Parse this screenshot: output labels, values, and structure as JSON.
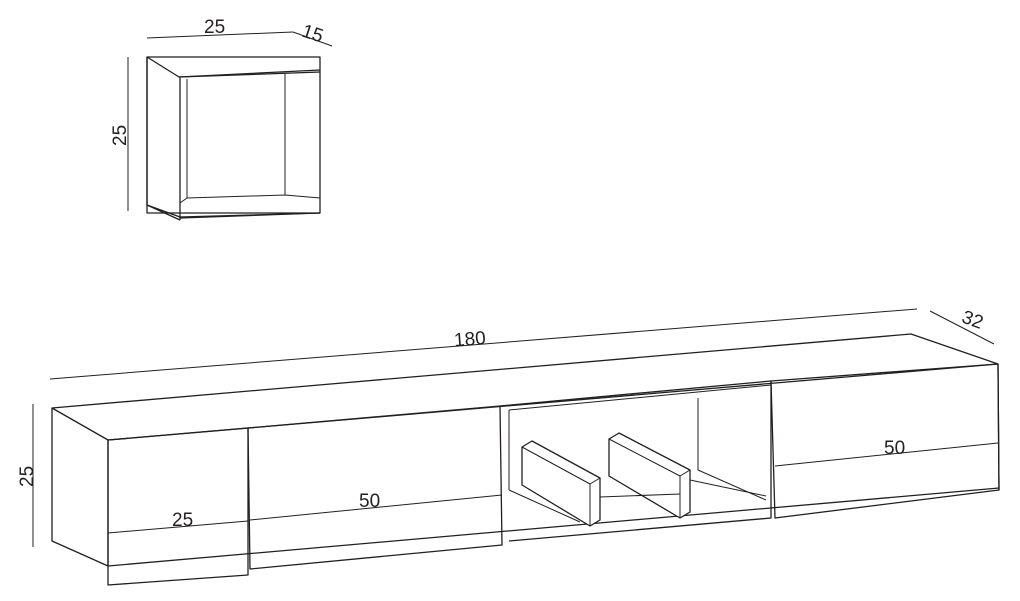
{
  "cube_shelf": {
    "width_label": "25",
    "depth_label": "15",
    "height_label": "25"
  },
  "tv_unit": {
    "length_label": "180",
    "depth_label": "32",
    "height_label": "25",
    "door_left_label": "25",
    "door_middle_label": "50",
    "door_right_label": "50"
  },
  "colors": {
    "line": "#231f20",
    "background": "#ffffff"
  }
}
